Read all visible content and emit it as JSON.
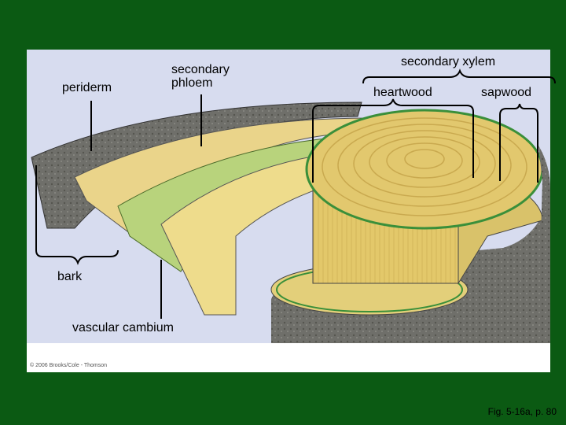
{
  "labels": {
    "periderm": "periderm",
    "secondary_phloem": "secondary\nphloem",
    "secondary_xylem": "secondary xylem",
    "heartwood": "heartwood",
    "sapwood": "sapwood",
    "bark": "bark",
    "vascular_cambium": "vascular cambium"
  },
  "copyright": "© 2006 Brooks/Cole - Thomson",
  "caption": "Fig. 5-16a, p. 80",
  "colors": {
    "background": "#0b5a13",
    "panel": "#d7dcef",
    "bark": "#6f6f6a",
    "phloem": "#e9d58a",
    "cambium": "#b9d47a",
    "sapwood": "#e6cf72",
    "heartwood": "#d8c86a"
  }
}
